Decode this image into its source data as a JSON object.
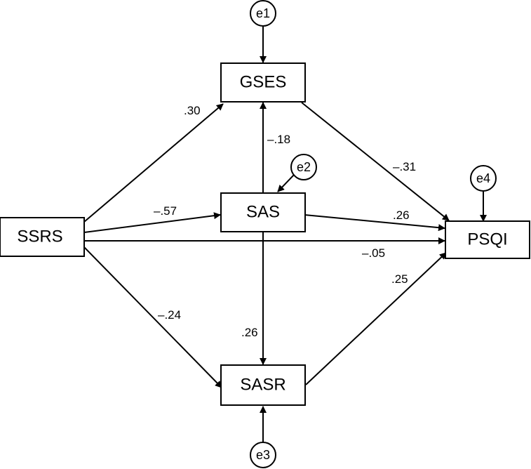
{
  "nodes": {
    "ssrs": "SSRS",
    "gses": "GSES",
    "sas": "SAS",
    "sasr": "SASR",
    "psqi": "PSQI"
  },
  "errors": {
    "e1": "e1",
    "e2": "e2",
    "e3": "e3",
    "e4": "e4"
  },
  "paths": {
    "ssrs_gses": ".30",
    "sas_gses": "–.18",
    "gses_psqi": "–.31",
    "ssrs_sas": "–.57",
    "sas_psqi": ".26",
    "ssrs_psqi": "–.05",
    "ssrs_sasr": "–.24",
    "sas_sasr": ".26",
    "sasr_psqi": ".25"
  }
}
